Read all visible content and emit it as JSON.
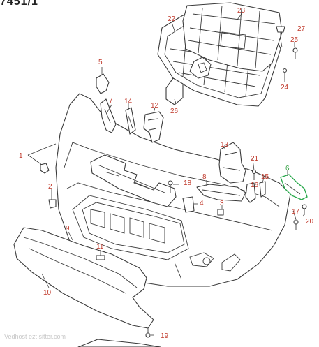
{
  "diagram": {
    "title": "7451/1",
    "watermark": "Vedhost ezt sitter.com",
    "highlight_color": "#2e9e3e",
    "callout_color": "#c0392b",
    "callouts": {
      "c1": "1",
      "c2": "2",
      "c3": "3",
      "c4": "4",
      "c5": "5",
      "c6": "6",
      "c7": "7",
      "c8": "8",
      "c9": "9",
      "c10": "10",
      "c11": "11",
      "c12": "12",
      "c13": "13",
      "c14": "14",
      "c15": "15",
      "c16": "16",
      "c17": "17",
      "c18": "18",
      "c19": "19",
      "c20": "20",
      "c21": "21",
      "c22": "22",
      "c23": "23",
      "c24": "24",
      "c25": "25",
      "c26": "26",
      "c27": "27"
    }
  }
}
